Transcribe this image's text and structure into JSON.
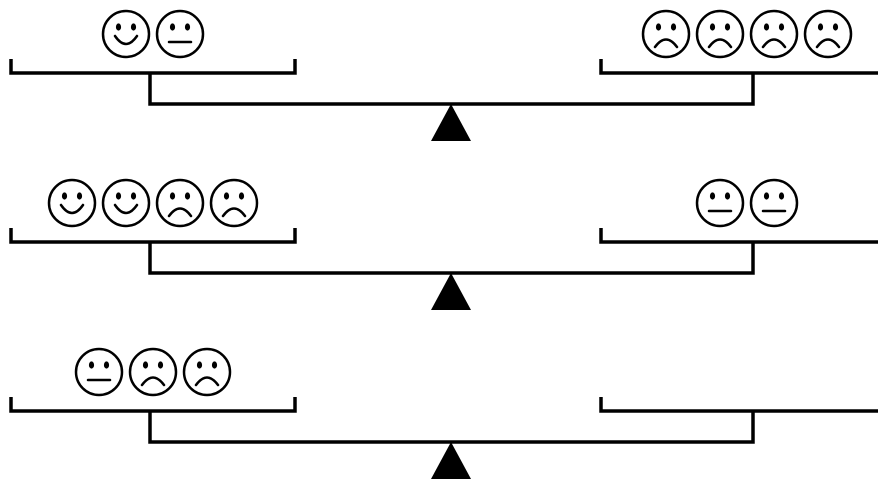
{
  "icons": {
    "happy": "happy-face-icon",
    "neutral": "neutral-face-icon",
    "sad": "sad-face-icon"
  },
  "colors": {
    "line": "#000000",
    "background": "#ffffff"
  },
  "scales": [
    {
      "left": [
        "happy",
        "neutral"
      ],
      "right": [
        "sad",
        "sad",
        "sad",
        "sad"
      ]
    },
    {
      "left": [
        "happy",
        "happy",
        "sad",
        "sad"
      ],
      "right": [
        "neutral",
        "neutral"
      ]
    },
    {
      "left": [
        "neutral",
        "sad",
        "sad"
      ],
      "right": []
    }
  ]
}
